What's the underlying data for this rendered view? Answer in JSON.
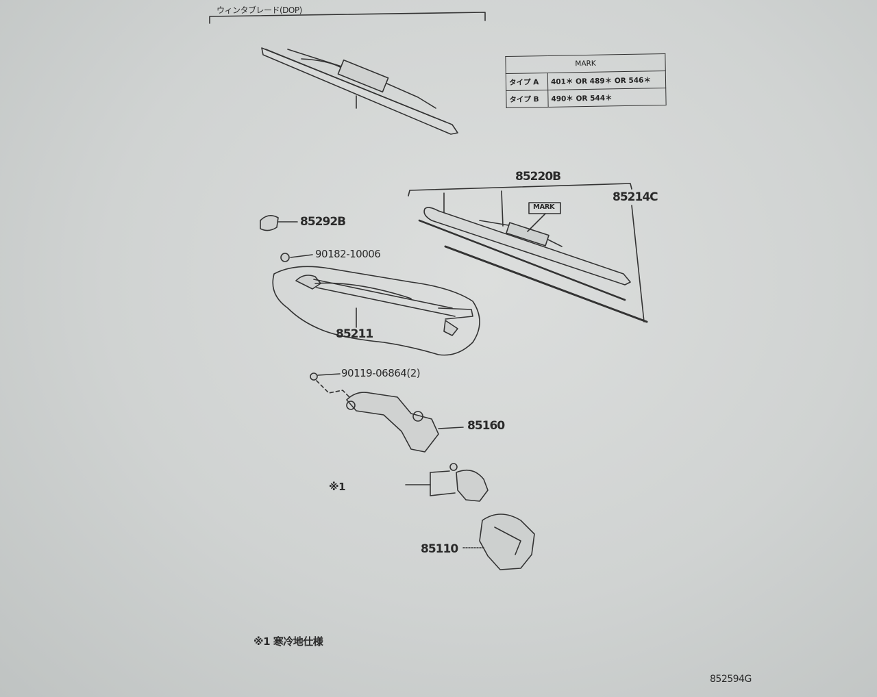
{
  "header": {
    "title": "ウィンタブレード(DOP)"
  },
  "mark_table": {
    "heading": "MARK",
    "rows": [
      {
        "type": "タイプ A",
        "marks": "401＊ OR 489＊ OR 546＊"
      },
      {
        "type": "タイプ B",
        "marks": "490＊ OR 544＊"
      }
    ]
  },
  "parts": {
    "p85220B": "85220B",
    "p85214C": "85214C",
    "mark_tag": "MARK",
    "p85292B": "85292B",
    "p90182": "90182-10006",
    "p85211": "85211",
    "p90119": "90119-06864(2)",
    "p85160": "85160",
    "p85110": "85110",
    "note_marker": "※1"
  },
  "footnote": "※1 寒冷地仕様",
  "figure_id": "852594G",
  "colors": {
    "paper": "#d4d6d5",
    "ink": "#2a2a2a"
  }
}
